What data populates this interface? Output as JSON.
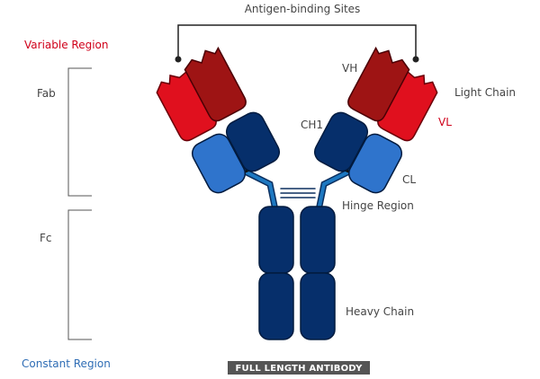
{
  "labels": {
    "antigen_binding_sites": "Antigen-binding Sites",
    "variable_region": "Variable Region",
    "fab": "Fab",
    "fc": "Fc",
    "constant_region": "Constant Region",
    "vh": "VH",
    "light_chain": "Light Chain",
    "vl": "VL",
    "ch1": "CH1",
    "cl": "CL",
    "hinge_region": "Hinge Region",
    "heavy_chain": "Heavy Chain",
    "caption": "FULL LENGTH ANTIBODY"
  },
  "colors": {
    "light_variable": "#e0101e",
    "heavy_variable": "#9e1414",
    "light_constant": "#2f74cc",
    "heavy_constant": "#062f6b",
    "hinge": "#1d78c1",
    "text_red": "#d0021b",
    "text_blue": "#2f6db5",
    "text_gray": "#444444"
  }
}
